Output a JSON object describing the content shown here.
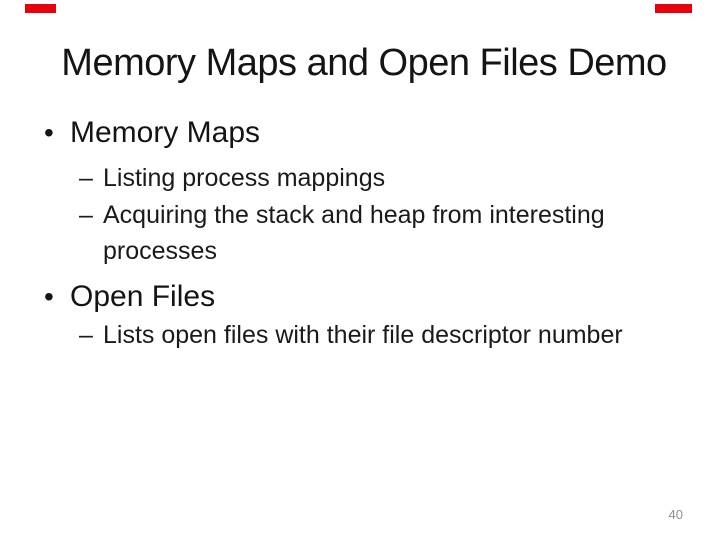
{
  "slide": {
    "title": "Memory Maps and Open Files Demo",
    "bullet_glyph": "•",
    "sub_bullet_glyph": "–",
    "bullets": [
      {
        "label": "Memory Maps",
        "subs": [
          {
            "lines": [
              "Listing process mappings",
              ""
            ]
          },
          {
            "lines": [
              "Acquiring the stack and heap from interesting",
              "processes"
            ]
          }
        ]
      },
      {
        "label": "Open Files",
        "subs": [
          {
            "lines": [
              "Lists open files with their file descriptor number",
              ""
            ]
          }
        ]
      }
    ],
    "page_number": "40",
    "colors": {
      "background": "#ffffff",
      "text": "#141414",
      "page_number": "#8f8f8f",
      "accent_marks": "#e8000d"
    }
  }
}
